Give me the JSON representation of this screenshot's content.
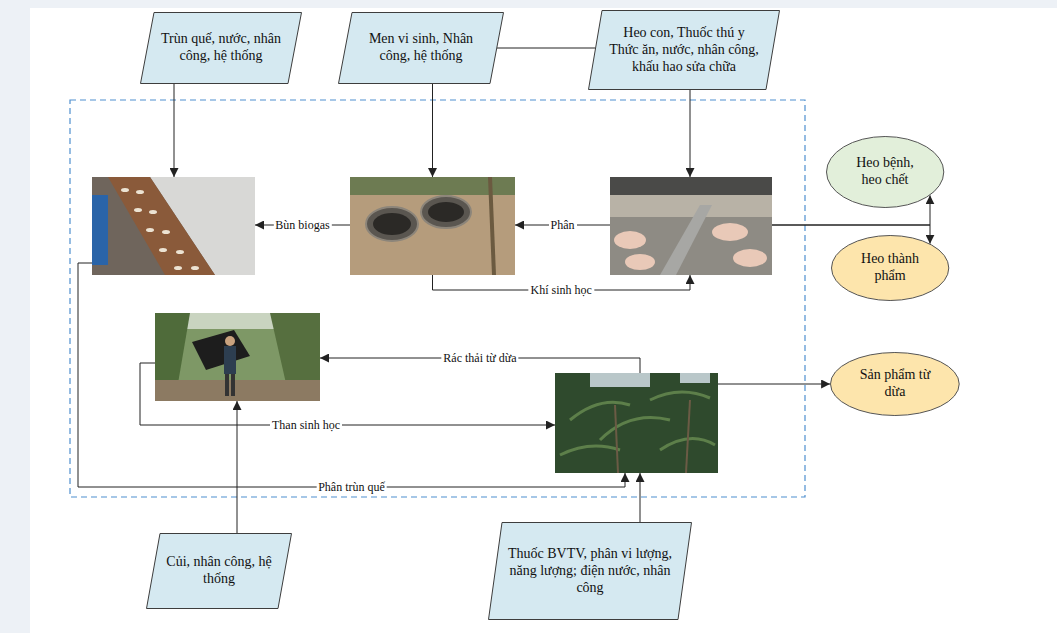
{
  "diagram": {
    "nodes": [
      {
        "text": [
          "Trùn quế, nước, nhân công, hệ thống"
        ]
      },
      {
        "text": [
          "Men vi sinh, Nhân công, hệ thống"
        ]
      },
      {
        "text": [
          "Heo con, Thuốc thú y Thức ăn, nước, nhân công, khấu hao sửa chữa"
        ]
      },
      {
        "text": []
      },
      {
        "text": []
      },
      {
        "text": []
      },
      {
        "text": [
          "Heo bệnh, heo chết"
        ]
      },
      {
        "text": [
          "Heo thành phẩm"
        ]
      },
      {
        "text": []
      },
      {
        "text": []
      },
      {
        "text": [
          "Sản phẩm từ dừa"
        ]
      },
      {
        "text": [
          "Củi, nhân công, hệ thống"
        ]
      },
      {
        "text": [
          "Thuốc BVTV, phân vi lượng, năng lượng; điện nước, nhân công"
        ]
      }
    ],
    "edges": [
      {
        "from": 0,
        "to": 3,
        "arrow": "to"
      },
      {
        "from": 1,
        "to": 4,
        "arrow": "to"
      },
      {
        "from": 1,
        "to": 2,
        "arrow": "none"
      },
      {
        "from": 2,
        "to": 5,
        "arrow": "to"
      },
      {
        "from": 5,
        "to": 4,
        "label": "Phân",
        "arrow": "to"
      },
      {
        "from": 4,
        "to": 3,
        "label": "Bùn biogas",
        "arrow": "to"
      },
      {
        "from": 4,
        "to": 5,
        "label": "Khí sinh học",
        "arrow": "to"
      },
      {
        "from": 5,
        "to": 6,
        "arrow": "to"
      },
      {
        "from": 5,
        "to": 7,
        "arrow": "to"
      },
      {
        "from": 9,
        "to": 8,
        "label": "Rác thải từ dừa",
        "arrow": "to"
      },
      {
        "from": 8,
        "to": 9,
        "label": "Than sinh học",
        "arrow": "to"
      },
      {
        "from": 3,
        "to": 9,
        "label": "Phân trùn quế",
        "arrow": "to"
      },
      {
        "from": 11,
        "to": 8,
        "arrow": "to"
      },
      {
        "from": 12,
        "to": 9,
        "arrow": "to"
      },
      {
        "from": 9,
        "to": 10,
        "arrow": "to"
      }
    ]
  }
}
